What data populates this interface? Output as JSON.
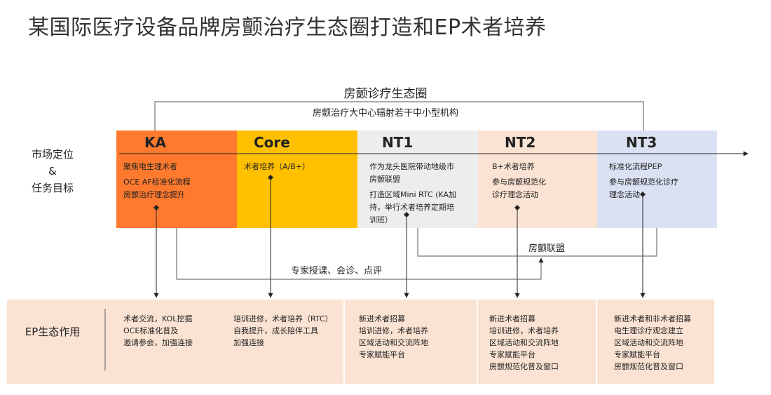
{
  "title": "某国际医疗设备品牌房颤治疗生态圈打造和EP术者培养",
  "ecosystem": {
    "title": "房颤诊疗生态圈",
    "subtitle": "房颤治疗大中心辐射若干中小型机构"
  },
  "left_label": {
    "line1": "市场定位",
    "line2": "&",
    "line3": "任务目标"
  },
  "colors": {
    "ka": "#FF7A2E",
    "core": "#FFC000",
    "nt1": "#EDEDED",
    "nt2": "#FBE3D3",
    "nt3": "#DAE1F3",
    "ep_strip": "#FBE3D3"
  },
  "tiers": [
    {
      "name": "KA",
      "items": [
        "聚焦电生理术者",
        "OCE AF标准化流程",
        "房颤治疗理念提升"
      ]
    },
    {
      "name": "Core",
      "items": [
        "术者培养（A/B+）"
      ]
    },
    {
      "name": "NT1",
      "items": [
        "作为龙头医院带动地级市",
        "房颤联盟",
        "打造区域Mini RTC (KA加",
        "持，举行术者培养定期培",
        "训班）"
      ]
    },
    {
      "name": "NT2",
      "items": [
        "B+术者培养",
        "参与房颤规范化",
        "诊疗理念活动"
      ]
    },
    {
      "name": "NT3",
      "items": [
        "标准化流程PEP",
        "参与房颤规范化诊疗",
        "理念活动"
      ]
    }
  ],
  "connectors": {
    "alliance": "房颤联盟",
    "expert": "专家授课、会诊、点评"
  },
  "ep": {
    "label": "EP生态作用",
    "columns": [
      [
        "术者交流，KOL挖掘",
        "OCE标准化普及",
        "邀请参会，加强连接"
      ],
      [
        "培训进修，术者培养（RTC）",
        "自我提升，成长陪伴工具",
        "加强连接"
      ],
      [
        "新进术者招募",
        "培训进修，术者培养",
        "区域活动和交流阵地",
        "专家赋能平台"
      ],
      [
        "新进术者招募",
        "培训进修，术者培养",
        "区域活动和交流阵地",
        "专家赋能平台",
        "房颤规范化普及窗口"
      ],
      [
        "新进术者和非术者招募",
        "电生理诊疗观念建立",
        "区域活动和交流阵地",
        "专家赋能平台",
        "房颤规范化普及窗口"
      ]
    ]
  }
}
